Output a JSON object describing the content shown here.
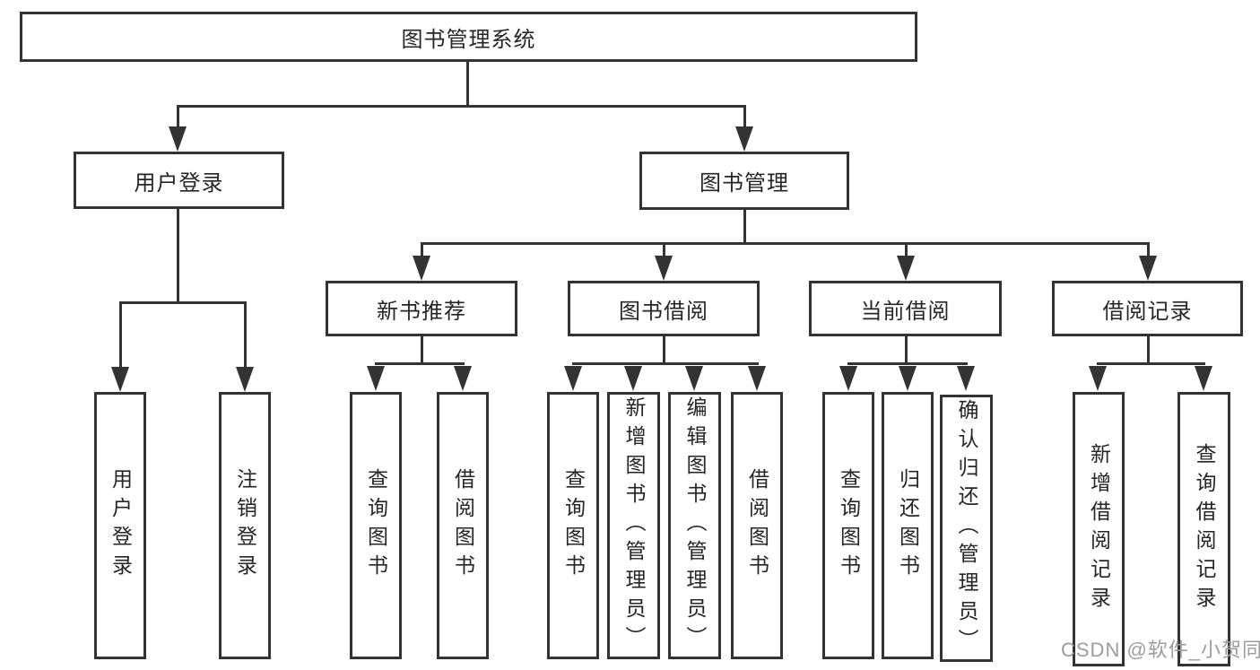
{
  "tree": {
    "root": "图书管理系统",
    "branches": [
      {
        "label": "用户登录",
        "leaves": [
          "用户登录",
          "注销登录"
        ]
      },
      {
        "label": "图书管理",
        "groups": [
          {
            "label": "新书推荐",
            "leaves": [
              "查询图书",
              "借阅图书"
            ]
          },
          {
            "label": "图书借阅",
            "leaves": [
              "查询图书",
              "新增图书（管理员）",
              "编辑图书（管理员）",
              "借阅图书"
            ]
          },
          {
            "label": "当前借阅",
            "leaves": [
              "查询图书",
              "归还图书",
              "确认归还（管理员）"
            ]
          },
          {
            "label": "借阅记录",
            "leaves": [
              "新增借阅记录",
              "查询借阅记录"
            ]
          }
        ]
      }
    ]
  },
  "watermark": "CSDN @软件_小贺同学",
  "colors": {
    "line": "#333333",
    "text": "#262626",
    "watermark": "#9c9ca1",
    "background": "#ffffff"
  }
}
